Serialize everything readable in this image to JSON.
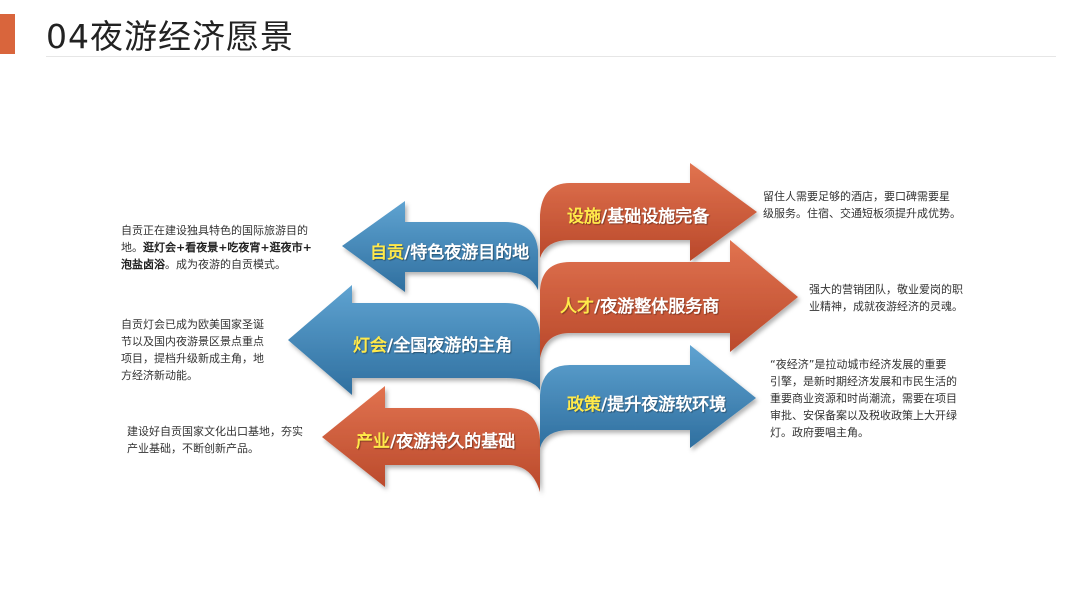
{
  "slide": {
    "title": "04夜游经济愿景"
  },
  "colors": {
    "accent": "#d9653c",
    "blue": "#3f86b8",
    "orange_red": "#cc5a3a",
    "key_text": "#ffe94a"
  },
  "arrows": [
    {
      "key": "自贡",
      "text": "/特色夜游目的地",
      "color": "blue",
      "direction": "left"
    },
    {
      "key": "灯会",
      "text": "/全国夜游的主角",
      "color": "blue",
      "direction": "left"
    },
    {
      "key": "产业",
      "text": "/夜游持久的基础",
      "color": "orange_red",
      "direction": "left"
    },
    {
      "key": "设施",
      "text": "/基础设施完备",
      "color": "orange_red",
      "direction": "right"
    },
    {
      "key": "人才",
      "text": "/夜游整体服务商",
      "color": "orange_red",
      "direction": "right"
    },
    {
      "key": "政策",
      "text": "/提升夜游软环境",
      "color": "blue",
      "direction": "right"
    }
  ],
  "descriptions": {
    "zigong": {
      "line1": "自贡正在建设独具特色的国际旅游目的",
      "line2_plain": "地。",
      "line2_bold": "逛灯会+看夜景+吃夜宵+逛夜市+",
      "line3_bold": "泡盐卤浴",
      "line3_plain": "。成为夜游的自贡模式。"
    },
    "denghui": {
      "line1": "自贡灯会已成为欧美国家圣诞",
      "line2": "节以及国内夜游景区景点重点",
      "line3": "项目，提档升级新成主角，地",
      "line4": "方经济新动能。"
    },
    "chanye": {
      "line1": "建设好自贡国家文化出口基地，夯实",
      "line2": "产业基础，不断创新产品。"
    },
    "sheshi": {
      "line1": "留住人需要足够的酒店，要口碑需要星",
      "line2": "级服务。住宿、交通短板须提升成优势。"
    },
    "rencai": {
      "line1": "强大的营销团队，敬业爱岗的职",
      "line2": "业精神，成就夜游经济的灵魂。"
    },
    "zhengce": {
      "line1": "“夜经济”是拉动城市经济发展的重要",
      "line2": "引擎，是新时期经济发展和市民生活的",
      "line3": "重要商业资源和时尚潮流，需要在项目",
      "line4": "审批、安保备案以及税收政策上大开绿",
      "line5": "灯。政府要唱主角。"
    }
  }
}
